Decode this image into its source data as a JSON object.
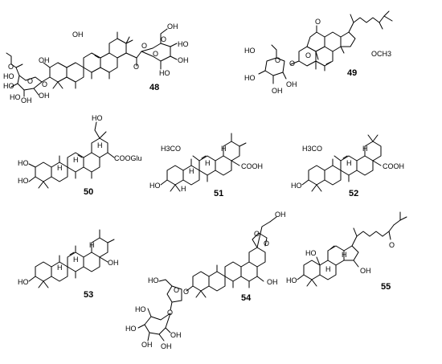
{
  "compounds": [
    {
      "number": "48",
      "labels": [
        "OH",
        "HO",
        "HO",
        "HO",
        "OH",
        "OH",
        "O",
        "O",
        "O",
        "O",
        "O",
        "HO",
        "OH",
        "O",
        "O",
        "HO",
        "OH",
        "OH"
      ]
    },
    {
      "number": "49",
      "labels": [
        "O",
        "O",
        "OCH3",
        "HO",
        "O",
        "O",
        "HO",
        "OH",
        "OH"
      ]
    },
    {
      "number": "50",
      "labels": [
        "HO",
        "HO",
        "HO",
        "COOGlu",
        "H",
        "H",
        "H"
      ]
    },
    {
      "number": "51",
      "labels": [
        "H3CO",
        "HO",
        "COOH",
        "H",
        "H",
        "H",
        "H"
      ]
    },
    {
      "number": "52",
      "labels": [
        "H3CO",
        "HO",
        "COOH",
        "H",
        "H"
      ]
    },
    {
      "number": "53",
      "labels": [
        "OH",
        "HO",
        "H",
        "H",
        "H"
      ]
    },
    {
      "number": "54",
      "labels": [
        "OH",
        "O",
        "O",
        "OH",
        "HO",
        "O",
        "O",
        "O",
        "HO",
        "HO",
        "OH",
        "OH",
        "OH"
      ]
    },
    {
      "number": "55",
      "labels": [
        "HO",
        "HO",
        "OH",
        "H",
        "H",
        "O"
      ]
    }
  ]
}
